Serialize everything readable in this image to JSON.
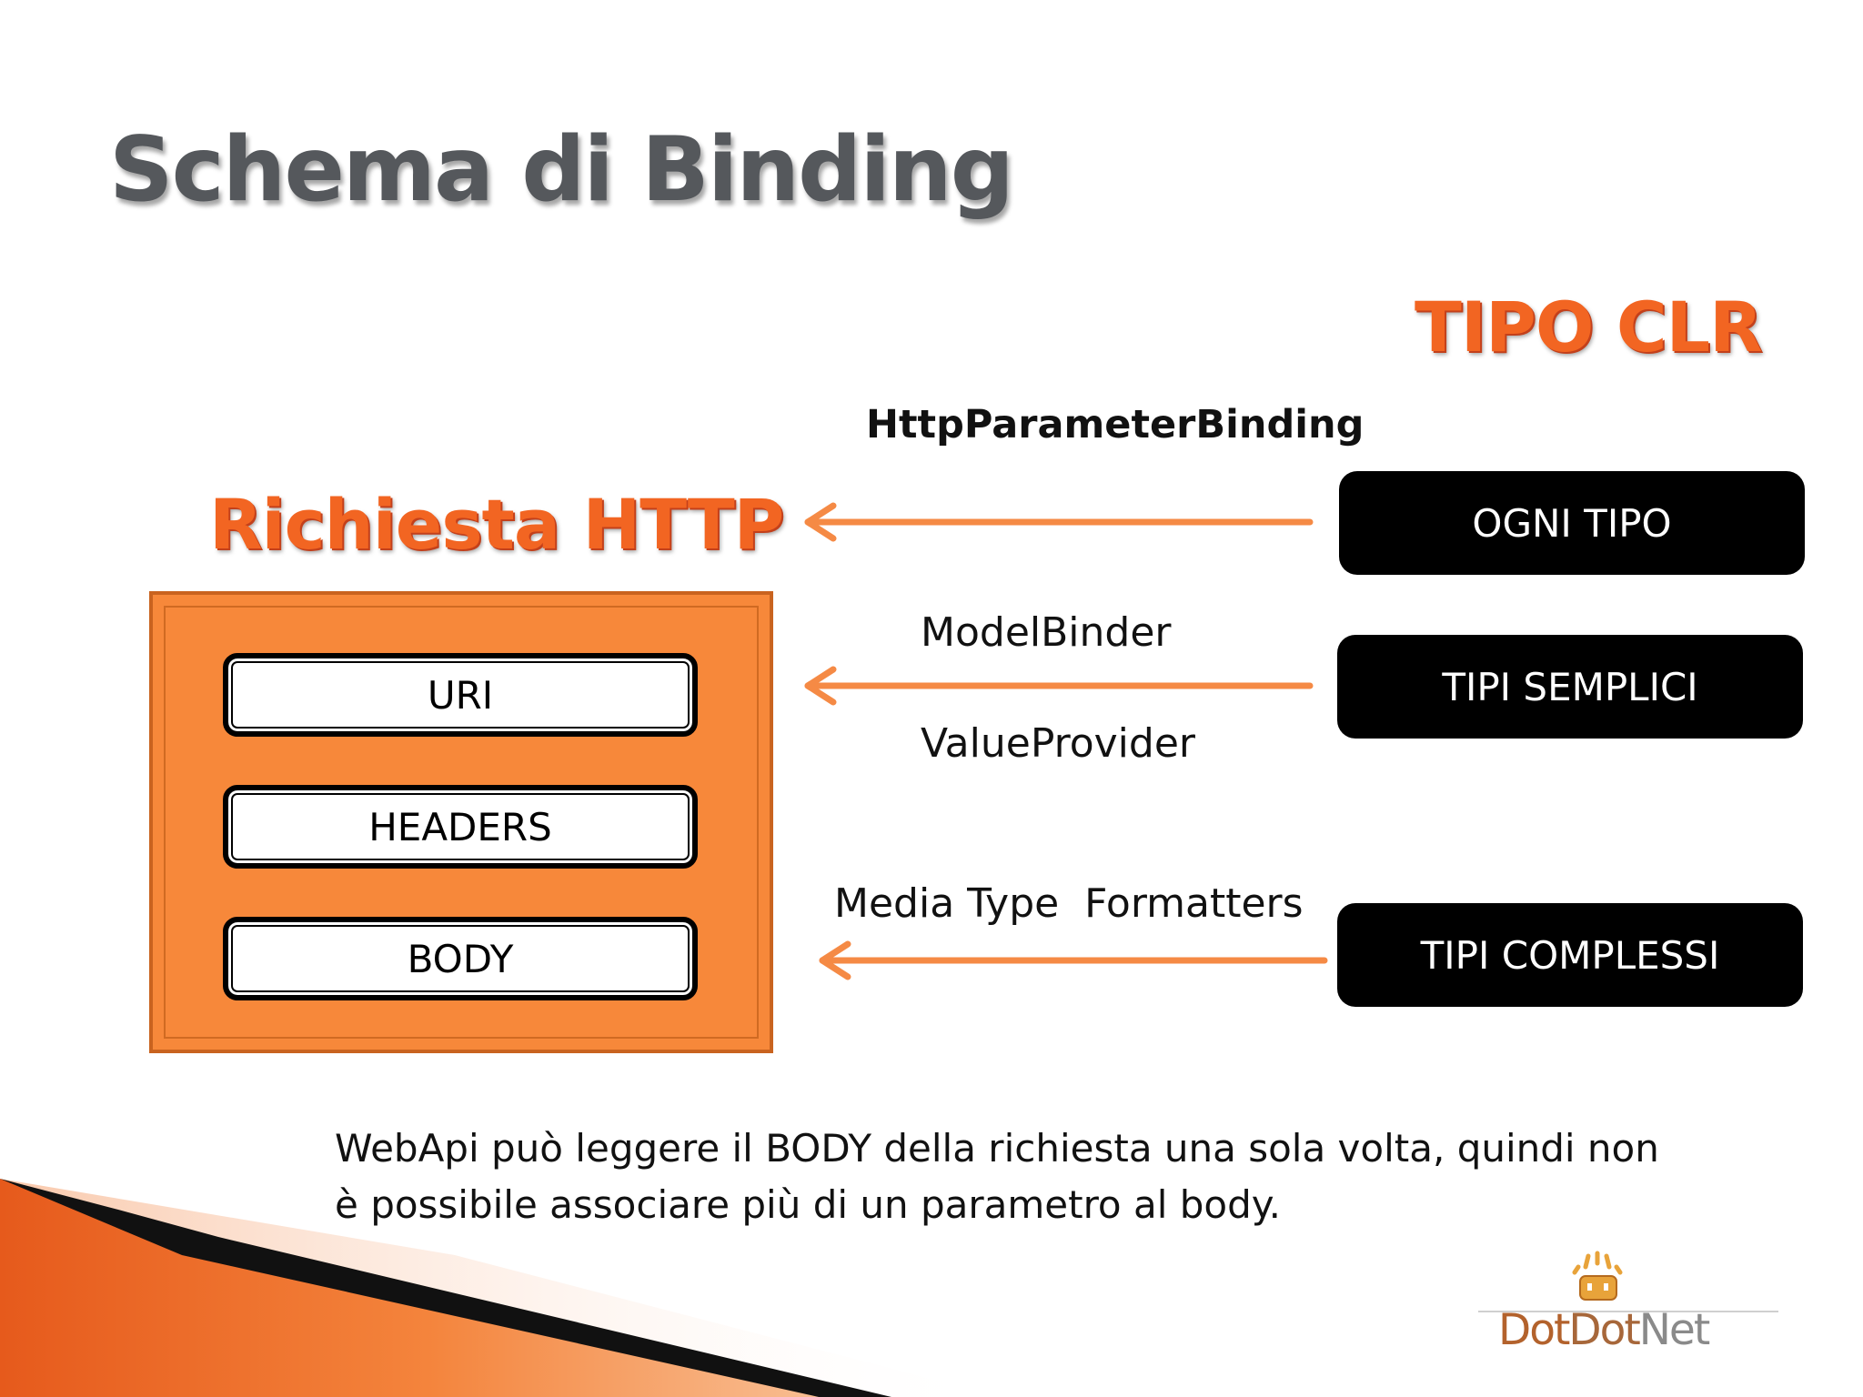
{
  "slide": {
    "title": "Schema di Binding",
    "clr_heading": "TIPO CLR",
    "request_heading": "Richiesta HTTP"
  },
  "request_parts": [
    "URI",
    "HEADERS",
    "BODY"
  ],
  "clr_types": [
    "OGNI TIPO",
    "TIPI SEMPLICI",
    "TIPI COMPLESSI"
  ],
  "bindings": {
    "http_parameter": "HttpParameterBinding",
    "model_binder": "ModelBinder",
    "value_provider": "ValueProvider",
    "media_type": "Media Type  Formatters"
  },
  "note": {
    "line1": "WebApi può leggere il BODY della richiesta una sola volta, quindi non",
    "line2": "è possibile associare più di un parametro al body."
  },
  "logo": {
    "text_part1": "Dot",
    "text_part2": "Dot",
    "text_part3": "Net"
  },
  "colors": {
    "accent_orange": "#f26522",
    "box_orange": "#f7883a",
    "arrow_orange": "#f58a45",
    "title_gray": "#55585c"
  }
}
